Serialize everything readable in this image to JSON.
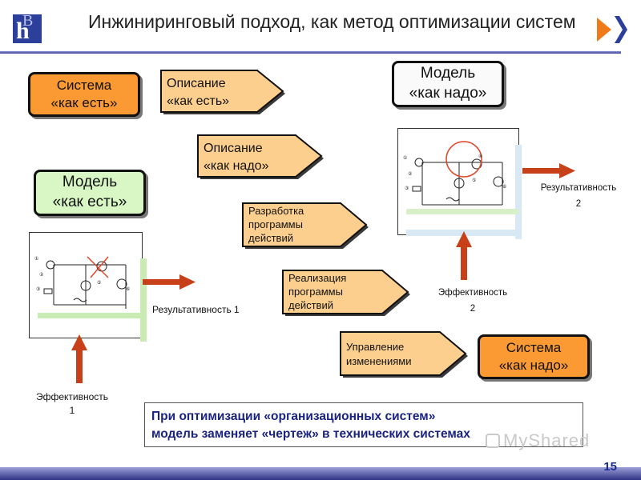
{
  "header": {
    "title": "Инжиниринговый подход, как метод оптимизации систем"
  },
  "boxes": {
    "system_as_is": [
      "Система",
      "«как есть»"
    ],
    "model_to_be": [
      "Модель",
      "«как надо»"
    ],
    "model_as_is": [
      "Модель",
      "«как есть»"
    ],
    "system_to_be": [
      "Система",
      "«как надо»"
    ]
  },
  "steps": {
    "describe_as_is": [
      "Описание",
      "«как есть»"
    ],
    "describe_to_be": [
      "Описание",
      "«как надо»"
    ],
    "develop_program": [
      "Разработка",
      "программы",
      "действий"
    ],
    "implement_program": [
      "Реализация",
      "программы",
      "действий"
    ],
    "change_management": [
      "Управление",
      "изменениями"
    ]
  },
  "labels": {
    "result_1": "Результативность 1",
    "efficiency_1": "Эффективность",
    "efficiency_1_num": "1",
    "result_2": "Результативность",
    "result_2_num": "2",
    "efficiency_2": "Эффективность",
    "efficiency_2_num": "2"
  },
  "note": {
    "line1": "При оптимизации «организационных систем»",
    "line2": "модель заменяет «чертеж» в технических системах"
  },
  "footer": {
    "page_number": "15",
    "watermark": "MyShared"
  },
  "colors": {
    "orange_box": "#fb9a33",
    "step_fill": "#fccf8e",
    "green_box": "#d8f7c4",
    "arrow": "#c8401a",
    "note_text": "#1a2380"
  }
}
